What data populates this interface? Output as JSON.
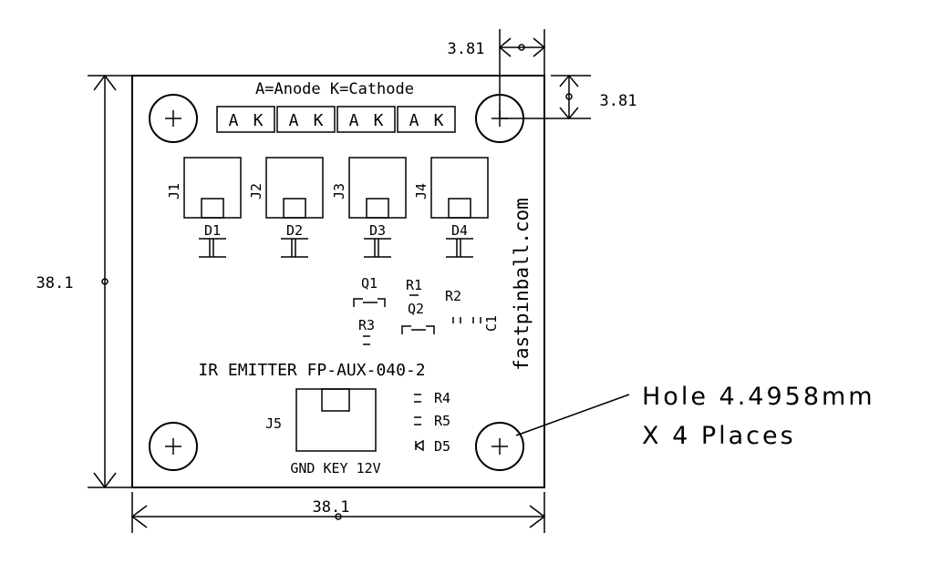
{
  "board": {
    "top_label": "A=Anode K=Cathode",
    "pin_pairs": [
      {
        "a": "A",
        "k": "K"
      },
      {
        "a": "A",
        "k": "K"
      },
      {
        "a": "A",
        "k": "K"
      },
      {
        "a": "A",
        "k": "K"
      }
    ],
    "connectors": [
      "J1",
      "J2",
      "J3",
      "J4"
    ],
    "diodes": [
      "D1",
      "D2",
      "D3",
      "D4"
    ],
    "title": "IR EMITTER FP-AUX-040-2",
    "brand_vertical": "fastpinball.com",
    "components": {
      "q1": "Q1",
      "q2": "Q2",
      "r1": "R1",
      "r2": "R2",
      "r3": "R3",
      "r4": "R4",
      "r5": "R5",
      "c1": "C1",
      "d5": "D5",
      "j5": "J5"
    },
    "power_label": "GND KEY 12V"
  },
  "dimensions": {
    "top_offset": "3.81",
    "right_offset": "3.81",
    "height": "38.1",
    "width": "38.1"
  },
  "hole_note": {
    "line1": "Hole 4.4958mm",
    "line2": "X 4 Places"
  }
}
